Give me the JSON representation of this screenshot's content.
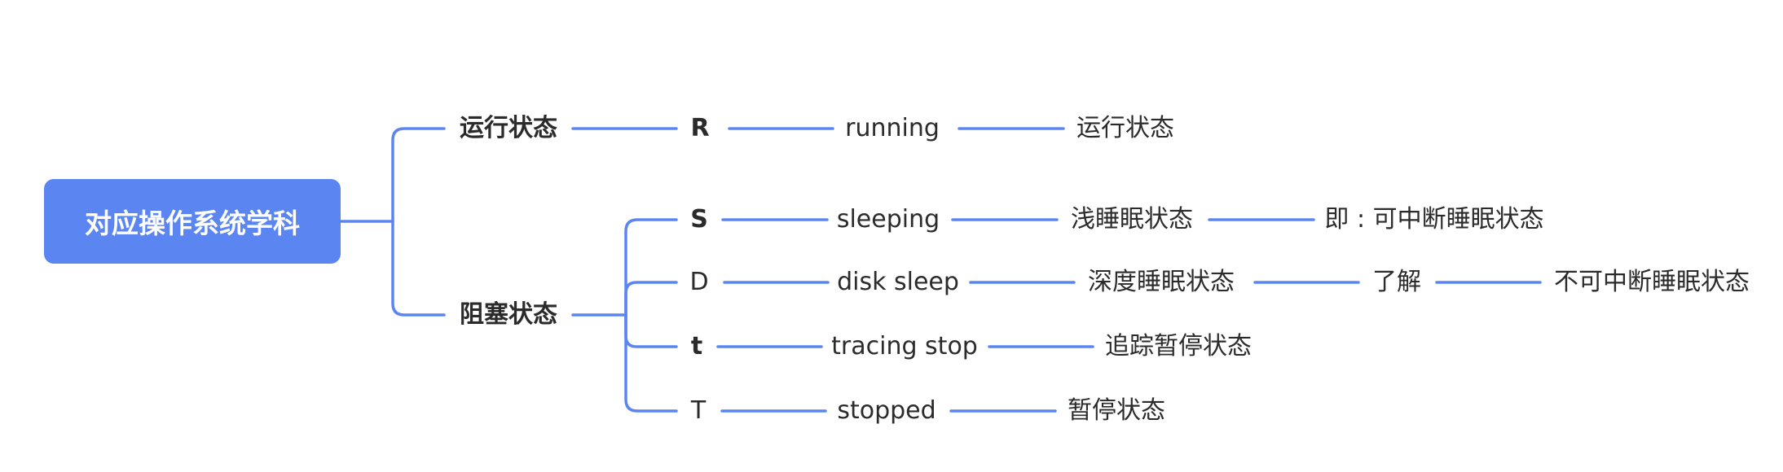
{
  "root": {
    "label": "对应操作系统学科"
  },
  "branches": [
    {
      "label": "运行状态",
      "children": [
        {
          "code": "R",
          "name": "running",
          "desc": "运行状态"
        }
      ]
    },
    {
      "label": "阻塞状态",
      "children": [
        {
          "code": "S",
          "name": "sleeping",
          "desc": "浅睡眠状态",
          "extra": "即 : 可中断睡眠状态"
        },
        {
          "code": "D",
          "name": "disk sleep",
          "desc": "深度睡眠状态",
          "extra": "了解",
          "extra2": "不可中断睡眠状态"
        },
        {
          "code": "t",
          "name": "tracing stop",
          "desc": "追踪暂停状态"
        },
        {
          "code": "T",
          "name": "stopped",
          "desc": "暂停状态"
        }
      ]
    }
  ],
  "colors": {
    "accent": "#5b86f2",
    "text": "#2b2b2b",
    "root_text": "#ffffff"
  }
}
